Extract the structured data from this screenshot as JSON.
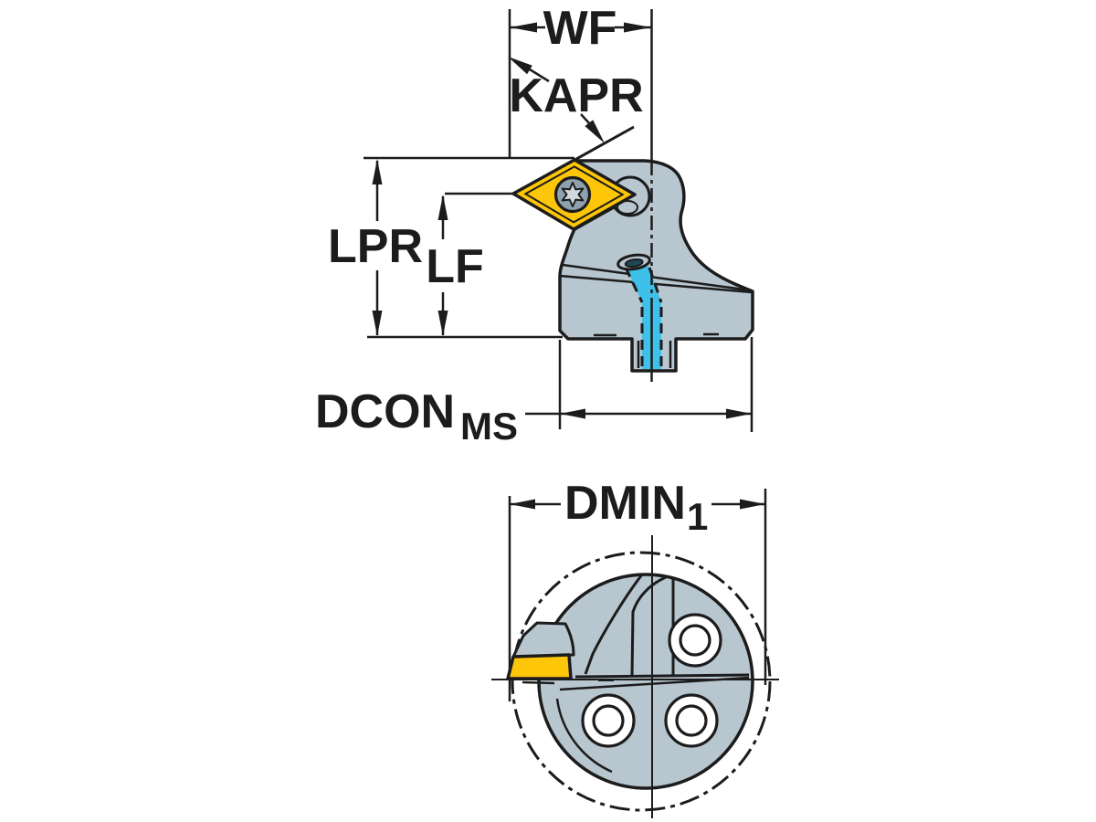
{
  "labels": {
    "wf": "WF",
    "kapr": "KAPR",
    "lpr": "LPR",
    "lf": "LF",
    "dcon": {
      "text": "DCON",
      "subscript": "MS"
    },
    "dmin": {
      "text": "DMIN",
      "subscript": "1"
    }
  },
  "colors": {
    "line_black": "#1c1c1c",
    "body_gray": "#b8c6d0",
    "insert_yellow": "#fdc608",
    "coolant_cyan": "#3fc0e8",
    "screw_gray": "#8fa1ac",
    "screw_star": "#cfd9de",
    "hole_dark": "#1e4754",
    "background": "#ffffff"
  }
}
